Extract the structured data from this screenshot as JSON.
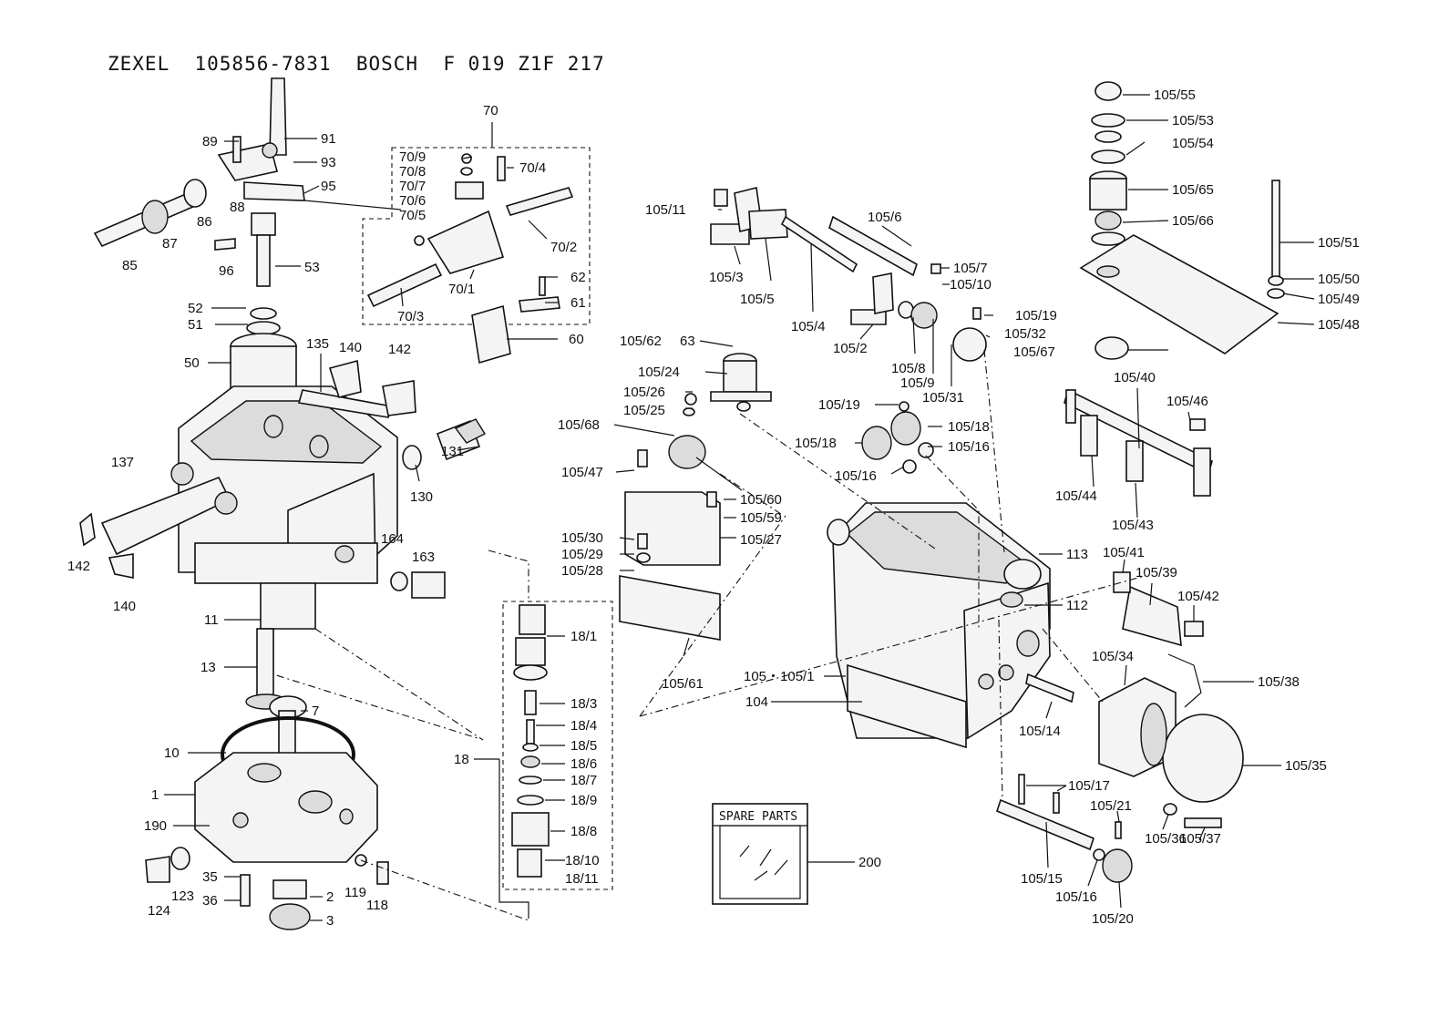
{
  "title": "ZEXEL  105856-7831  BOSCH  F 019 Z1F 217",
  "spare_parts_label": "SPARE PARTS",
  "labels": [
    {
      "id": "89",
      "text": "89"
    },
    {
      "id": "91",
      "text": "91"
    },
    {
      "id": "93",
      "text": "93"
    },
    {
      "id": "95",
      "text": "95"
    },
    {
      "id": "88",
      "text": "88"
    },
    {
      "id": "86",
      "text": "86"
    },
    {
      "id": "87",
      "text": "87"
    },
    {
      "id": "85",
      "text": "85"
    },
    {
      "id": "96",
      "text": "96"
    },
    {
      "id": "53",
      "text": "53"
    },
    {
      "id": "52",
      "text": "52"
    },
    {
      "id": "51",
      "text": "51"
    },
    {
      "id": "50",
      "text": "50"
    },
    {
      "id": "70",
      "text": "70"
    },
    {
      "id": "70-9",
      "text": "70/9"
    },
    {
      "id": "70-8",
      "text": "70/8"
    },
    {
      "id": "70-7",
      "text": "70/7"
    },
    {
      "id": "70-6",
      "text": "70/6"
    },
    {
      "id": "70-5",
      "text": "70/5"
    },
    {
      "id": "70-4",
      "text": "70/4"
    },
    {
      "id": "70-2",
      "text": "70/2"
    },
    {
      "id": "70-1",
      "text": "70/1"
    },
    {
      "id": "70-3",
      "text": "70/3"
    },
    {
      "id": "62",
      "text": "62"
    },
    {
      "id": "61",
      "text": "61"
    },
    {
      "id": "60",
      "text": "60"
    },
    {
      "id": "135",
      "text": "135"
    },
    {
      "id": "140a",
      "text": "140"
    },
    {
      "id": "142a",
      "text": "142"
    },
    {
      "id": "137",
      "text": "137"
    },
    {
      "id": "142b",
      "text": "142"
    },
    {
      "id": "140b",
      "text": "140"
    },
    {
      "id": "131",
      "text": "131"
    },
    {
      "id": "130",
      "text": "130"
    },
    {
      "id": "164",
      "text": "164"
    },
    {
      "id": "163",
      "text": "163"
    },
    {
      "id": "11",
      "text": "11"
    },
    {
      "id": "13",
      "text": "13"
    },
    {
      "id": "7",
      "text": "7"
    },
    {
      "id": "10",
      "text": "10"
    },
    {
      "id": "1",
      "text": "1"
    },
    {
      "id": "190",
      "text": "190"
    },
    {
      "id": "124",
      "text": "124"
    },
    {
      "id": "123",
      "text": "123"
    },
    {
      "id": "35",
      "text": "35"
    },
    {
      "id": "36",
      "text": "36"
    },
    {
      "id": "2",
      "text": "2"
    },
    {
      "id": "3",
      "text": "3"
    },
    {
      "id": "119",
      "text": "119"
    },
    {
      "id": "118",
      "text": "118"
    },
    {
      "id": "18",
      "text": "18"
    },
    {
      "id": "18-1",
      "text": "18/1"
    },
    {
      "id": "18-3",
      "text": "18/3"
    },
    {
      "id": "18-4",
      "text": "18/4"
    },
    {
      "id": "18-5",
      "text": "18/5"
    },
    {
      "id": "18-6",
      "text": "18/6"
    },
    {
      "id": "18-7",
      "text": "18/7"
    },
    {
      "id": "18-9",
      "text": "18/9"
    },
    {
      "id": "18-8",
      "text": "18/8"
    },
    {
      "id": "18-10",
      "text": "18/10"
    },
    {
      "id": "18-11",
      "text": "18/11"
    },
    {
      "id": "105-11",
      "text": "105/11"
    },
    {
      "id": "105-3",
      "text": "105/3"
    },
    {
      "id": "105-5",
      "text": "105/5"
    },
    {
      "id": "105-6",
      "text": "105/6"
    },
    {
      "id": "105-4",
      "text": "105/4"
    },
    {
      "id": "105-7",
      "text": "105/7"
    },
    {
      "id": "105-10",
      "text": "105/10"
    },
    {
      "id": "105-2",
      "text": "105/2"
    },
    {
      "id": "105-8",
      "text": "105/8"
    },
    {
      "id": "105-9",
      "text": "105/9"
    },
    {
      "id": "105-31",
      "text": "105/31"
    },
    {
      "id": "105-19a",
      "text": "105/19"
    },
    {
      "id": "105-32",
      "text": "105/32"
    },
    {
      "id": "105-67",
      "text": "105/67"
    },
    {
      "id": "105-62",
      "text": "105/62"
    },
    {
      "id": "63",
      "text": "63"
    },
    {
      "id": "105-24",
      "text": "105/24"
    },
    {
      "id": "105-26",
      "text": "105/26"
    },
    {
      "id": "105-25",
      "text": "105/25"
    },
    {
      "id": "105-68",
      "text": "105/68"
    },
    {
      "id": "105-19b",
      "text": "105/19"
    },
    {
      "id": "105-18a",
      "text": "105/18"
    },
    {
      "id": "105-18b",
      "text": "105/18"
    },
    {
      "id": "105-16a",
      "text": "105/16"
    },
    {
      "id": "105-16b",
      "text": "105/16"
    },
    {
      "id": "105-47",
      "text": "105/47"
    },
    {
      "id": "105-60",
      "text": "105/60"
    },
    {
      "id": "105-59",
      "text": "105/59"
    },
    {
      "id": "105-27",
      "text": "105/27"
    },
    {
      "id": "105-30",
      "text": "105/30"
    },
    {
      "id": "105-29",
      "text": "105/29"
    },
    {
      "id": "105-28",
      "text": "105/28"
    },
    {
      "id": "105-61",
      "text": "105/61"
    },
    {
      "id": "113",
      "text": "113"
    },
    {
      "id": "112",
      "text": "112"
    },
    {
      "id": "105-105-1",
      "text": "105・105/1"
    },
    {
      "id": "104",
      "text": "104"
    },
    {
      "id": "105-14",
      "text": "105/14"
    },
    {
      "id": "105-55",
      "text": "105/55"
    },
    {
      "id": "105-53",
      "text": "105/53"
    },
    {
      "id": "105-54",
      "text": "105/54"
    },
    {
      "id": "105-65",
      "text": "105/65"
    },
    {
      "id": "105-66",
      "text": "105/66"
    },
    {
      "id": "105-51",
      "text": "105/51"
    },
    {
      "id": "105-50",
      "text": "105/50"
    },
    {
      "id": "105-49",
      "text": "105/49"
    },
    {
      "id": "105-48",
      "text": "105/48"
    },
    {
      "id": "105-40",
      "text": "105/40"
    },
    {
      "id": "105-46",
      "text": "105/46"
    },
    {
      "id": "105-44",
      "text": "105/44"
    },
    {
      "id": "105-43",
      "text": "105/43"
    },
    {
      "id": "105-41",
      "text": "105/41"
    },
    {
      "id": "105-39",
      "text": "105/39"
    },
    {
      "id": "105-42",
      "text": "105/42"
    },
    {
      "id": "105-34",
      "text": "105/34"
    },
    {
      "id": "105-38",
      "text": "105/38"
    },
    {
      "id": "105-35",
      "text": "105/35"
    },
    {
      "id": "105-17",
      "text": "105/17"
    },
    {
      "id": "105-21",
      "text": "105/21"
    },
    {
      "id": "105-15",
      "text": "105/15"
    },
    {
      "id": "105-16c",
      "text": "105/16"
    },
    {
      "id": "105-20",
      "text": "105/20"
    },
    {
      "id": "105-36",
      "text": "105/36"
    },
    {
      "id": "105-37",
      "text": "105/37"
    },
    {
      "id": "200",
      "text": "200"
    }
  ]
}
